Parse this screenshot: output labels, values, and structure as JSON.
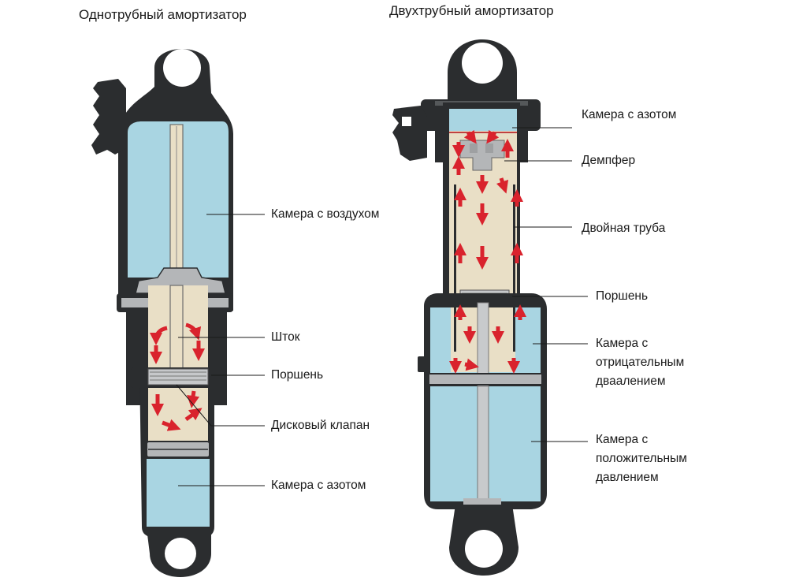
{
  "left": {
    "title": "Однотрубный амортизатор",
    "labels": {
      "air_chamber": "Камера с воздухом",
      "rod": "Шток",
      "piston": "Поршень",
      "disc_valve": "Дисковый клапан",
      "nitrogen_chamber": "Камера с азотом"
    }
  },
  "right": {
    "title": "Двухтрубный амортизатор",
    "labels": {
      "nitrogen_chamber": "Камера с азотом",
      "damper": "Демпфер",
      "twin_tube": "Двойная труба",
      "piston": "Поршень",
      "negative_chamber": [
        "Камера с",
        "отрицательным",
        "дваалением"
      ],
      "positive_chamber": [
        "Камера с",
        "положительным",
        "давлением"
      ]
    }
  },
  "colors": {
    "body": "#2b2d2f",
    "gas": "#a9d5e2",
    "oil": "#e9dfc6",
    "metal": "#b4b6b8",
    "arrow": "#d9232d"
  }
}
